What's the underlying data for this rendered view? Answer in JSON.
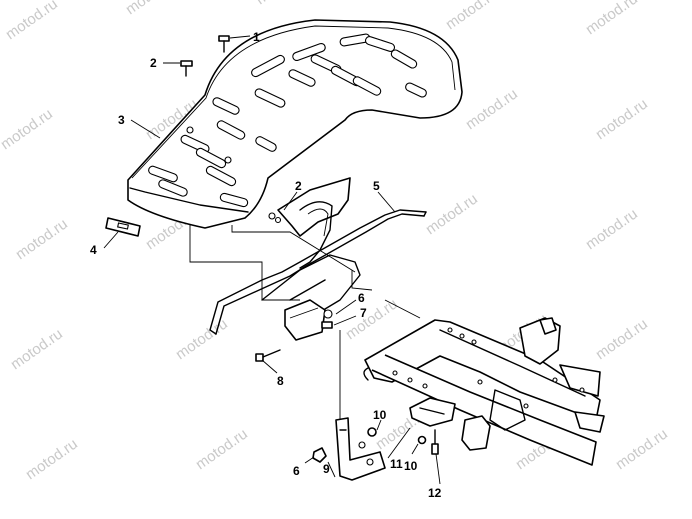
{
  "callouts": {
    "c1": "1",
    "c2a": "2",
    "c2b": "2",
    "c3": "3",
    "c4": "4",
    "c5": "5",
    "c6a": "6",
    "c6b": "6",
    "c7": "7",
    "c8": "8",
    "c9": "9",
    "c10a": "10",
    "c10b": "10",
    "c11": "11",
    "c12": "12"
  },
  "watermark": "motod.ru"
}
